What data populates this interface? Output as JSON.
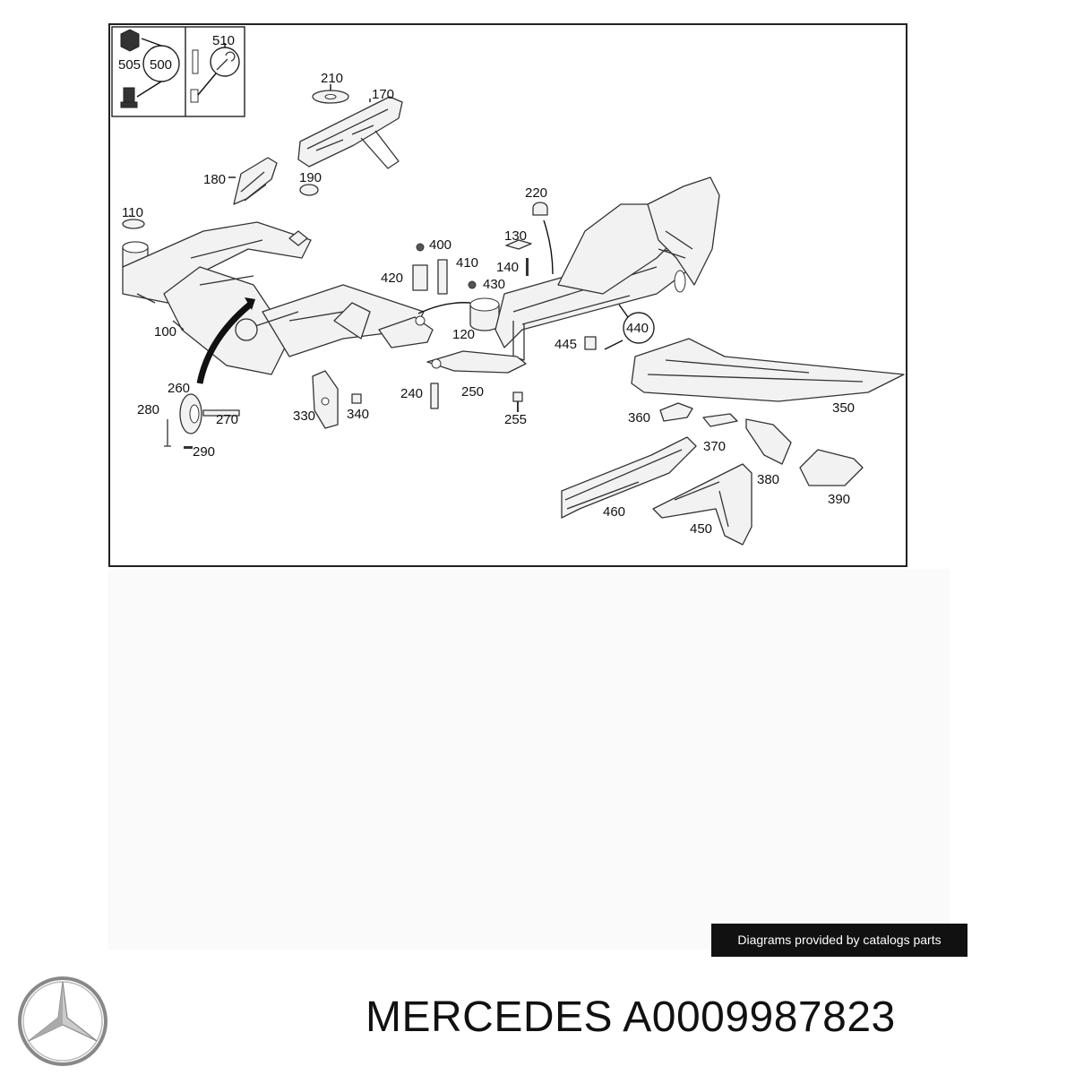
{
  "diagram": {
    "callouts": [
      "505",
      "500",
      "510",
      "210",
      "170",
      "180",
      "190",
      "110",
      "220",
      "400",
      "130",
      "410",
      "140",
      "430",
      "420",
      "100",
      "120",
      "440",
      "445",
      "260",
      "240",
      "250",
      "350",
      "280",
      "270",
      "330",
      "340",
      "255",
      "360",
      "370",
      "290",
      "380",
      "390",
      "460",
      "450"
    ]
  },
  "credit": {
    "label": "Diagrams provided by catalogs parts"
  },
  "brand": {
    "logo_icon": "mercedes-star-icon",
    "name": "MERCEDES",
    "part_number": "A0009987823"
  }
}
